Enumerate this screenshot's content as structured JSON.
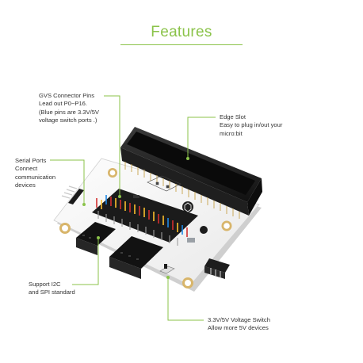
{
  "page": {
    "title": "Features",
    "accent_color": "#8bc34a"
  },
  "callouts": {
    "gvs": {
      "heading": "GVS Connector Pins",
      "lines": [
        "Lead out P0~P16.",
        "(Blue pins are 3.3V/5V",
        "voltage switch ports .)"
      ]
    },
    "edge_slot": {
      "heading": "Edge Slot",
      "lines": [
        "Easy to plug in/out your",
        "micro:bit"
      ]
    },
    "serial": {
      "heading": "Serial Ports",
      "lines": [
        "Connect",
        "communication",
        "devices"
      ]
    },
    "i2c_spi": {
      "heading": "Support I2C",
      "lines": [
        "and SPI standard"
      ]
    },
    "voltage_switch": {
      "heading": "3.3V/5V Voltage Switch",
      "lines": [
        "Allow more 5V devices"
      ]
    }
  },
  "icons": {
    "board": "expansion-board-photo",
    "brand": "cube-logo-icon"
  }
}
